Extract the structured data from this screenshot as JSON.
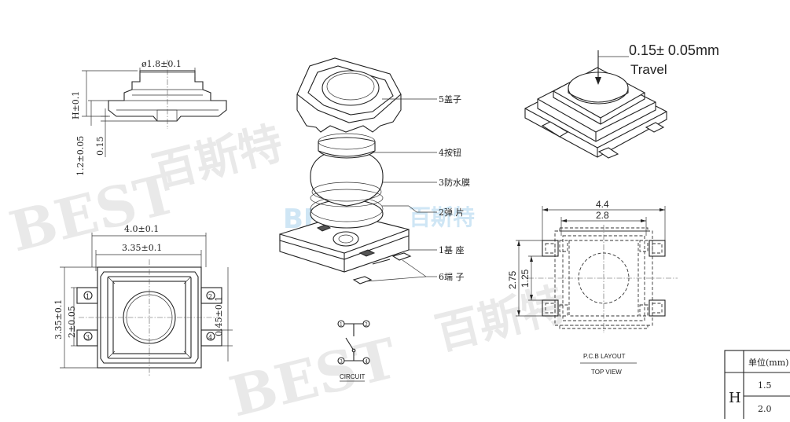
{
  "watermark": {
    "brand_text": "BEST",
    "brand_cn": "百斯特",
    "color_gray": "#e9e9e9",
    "color_blue": "#cfe6f5"
  },
  "side_view": {
    "dia_label": "ø1.8±0.1",
    "h_label": "H±0.1",
    "base_label": "1.2±0.05",
    "gap_label": "0.15"
  },
  "top_view": {
    "width_label": "4.0±0.1",
    "inner_width_label": "3.35±0.1",
    "height_label": "3.35±0.1",
    "inner_height_label": "2±0.05",
    "pin_label": "0.45±0.1",
    "pins": [
      "1",
      "2",
      "3",
      "4"
    ]
  },
  "exploded": {
    "parts": [
      "5盖子",
      "4按钮",
      "3防水膜",
      "2弹  片",
      "1基  座",
      "6端  子"
    ]
  },
  "circuit": {
    "label": "CIRCUIT",
    "pins": [
      "1",
      "2",
      "3",
      "4"
    ]
  },
  "iso_view": {
    "travel_value": "0.15± 0.05mm",
    "travel_label": "Travel"
  },
  "pcb": {
    "dim_outer": "4.4",
    "dim_inner": "2.8",
    "dim_height": "2.75",
    "dim_small": "1.25",
    "caption": "P.C.B LAYOUT",
    "sub_caption": "TOP  VIEW"
  },
  "table": {
    "unit_header": "单位(mm)",
    "row_label": "H",
    "values": [
      "1.5",
      "2.0"
    ]
  }
}
